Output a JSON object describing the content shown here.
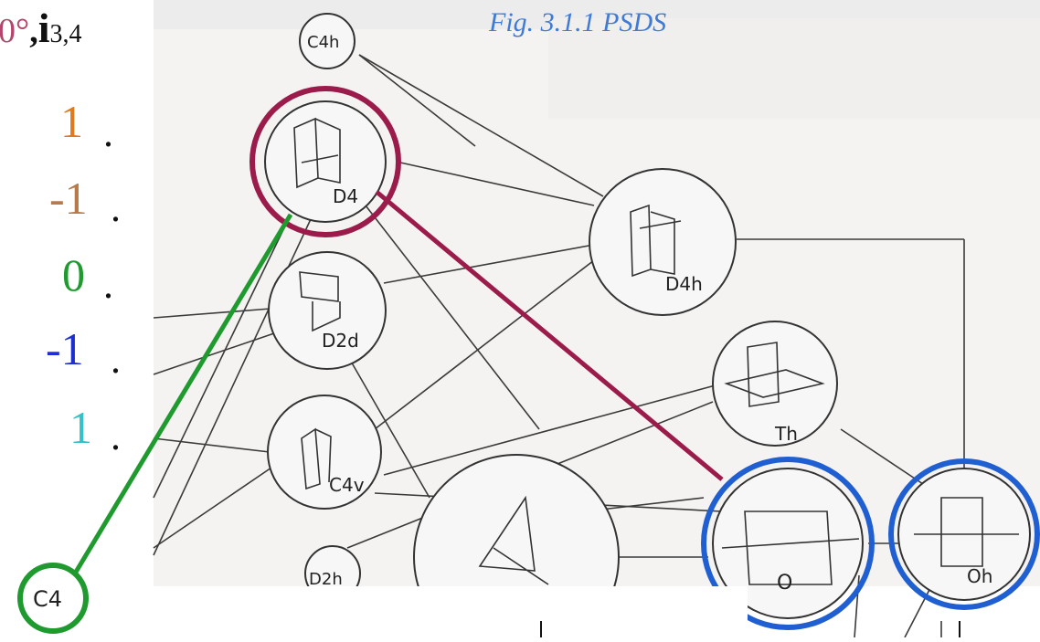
{
  "caption": "Fig. 3.1.1 PSDS",
  "header": {
    "angle": "0°",
    "comma": ",",
    "symbol": "i",
    "subscript": "3,4"
  },
  "values": [
    {
      "text": "1",
      "color": "#e07a1f"
    },
    {
      "text": "-1",
      "color": "#b87a4a"
    },
    {
      "text": "0",
      "color": "#1e9a2e"
    },
    {
      "text": "-1",
      "color": "#1d2fd4"
    },
    {
      "text": "1",
      "color": "#36c0c8"
    }
  ],
  "dot": ".",
  "nodes": {
    "c4h": "C4h",
    "d4": "D4",
    "d4h": "D4h",
    "d2d": "D2d",
    "c4v": "C4v",
    "th": "Th",
    "o": "O",
    "oh": "Oh",
    "d2h": "D2h",
    "c4": "C4"
  },
  "colors": {
    "maroon": "#9b1b4a",
    "green": "#1e9a2e",
    "blue": "#1f5fd1",
    "sketch": "#3a3a3a"
  }
}
